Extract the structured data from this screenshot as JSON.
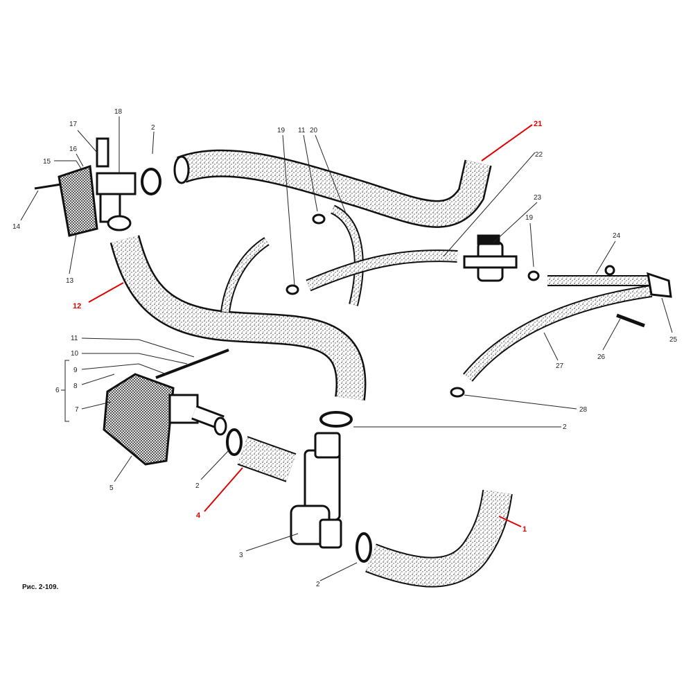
{
  "figure": {
    "caption": "Рис. 2-109.",
    "accent_color": "#e00000",
    "labels": {
      "l17": "17",
      "l18": "18",
      "l16": "16",
      "l15": "15",
      "l14": "14",
      "l13": "13",
      "l2a": "2",
      "l19a": "19",
      "l11a": "11",
      "l20": "20",
      "l21": "21",
      "l22": "22",
      "l23": "23",
      "l19b": "19",
      "l24": "24",
      "l25": "25",
      "l26": "26",
      "l27": "27",
      "l28": "28",
      "l2b": "2",
      "l12": "12",
      "l11b": "11",
      "l10": "10",
      "l9": "9",
      "l8": "8",
      "l6": "6",
      "l7": "7",
      "l5": "5",
      "l2c": "2",
      "l4": "4",
      "l1": "1",
      "l3": "3",
      "l2d": "2"
    }
  }
}
